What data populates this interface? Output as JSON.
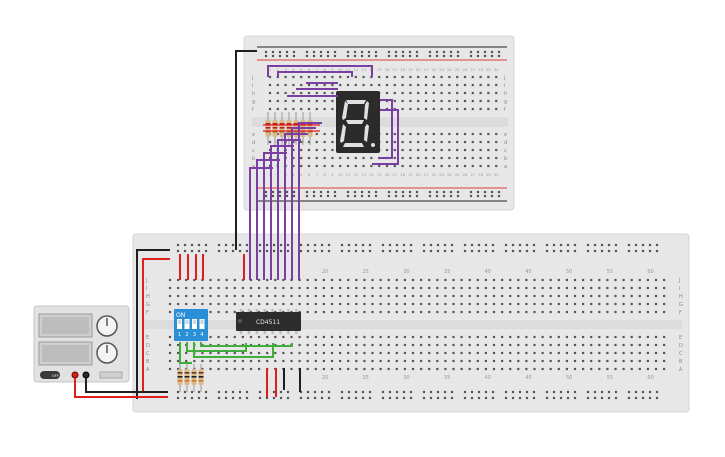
{
  "circuit": {
    "ic_label": "CD4511",
    "dip_on_label": "ON",
    "dip_numbers": [
      "1",
      "2",
      "3",
      "4"
    ],
    "digit_shown": "8.",
    "top_rows_upper": [
      "j",
      "i",
      "h",
      "g",
      "f"
    ],
    "top_rows_lower": [
      "e",
      "d",
      "c",
      "b",
      "a"
    ],
    "main_rows_upper": [
      "J",
      "I",
      "H",
      "G",
      "F"
    ],
    "main_rows_lower": [
      "E",
      "D",
      "C",
      "B",
      "A"
    ],
    "main_col_labels": [
      "20",
      "25",
      "30",
      "35",
      "40",
      "45",
      "50",
      "55",
      "60"
    ],
    "top_col_numbers": [
      "1",
      "2",
      "3",
      "4",
      "5",
      "6",
      "7",
      "8",
      "9",
      "10",
      "11",
      "12",
      "13",
      "14",
      "15",
      "16",
      "17",
      "18",
      "19",
      "20",
      "21",
      "22",
      "23",
      "24",
      "25",
      "26",
      "27",
      "28",
      "29",
      "30"
    ],
    "power_supply": {
      "button_label": "OFF",
      "voltage_text": "",
      "current_text": ""
    }
  },
  "colors": {
    "breadboard": "#e7e7e7",
    "breadboard_edge": "#d6d6d6",
    "hole": "#555555",
    "rail_red": "#e23c3c",
    "rail_black": "#222222",
    "wire_purple": "#7a3fa5",
    "wire_red": "#e01e1e",
    "wire_black": "#1f1f1f",
    "wire_green": "#3fae3a",
    "dip_blue": "#2a8fd6",
    "ic_body": "#2c2c2c",
    "seg_body": "#2b2b2b",
    "seg_lit": "#e0e0e0"
  }
}
